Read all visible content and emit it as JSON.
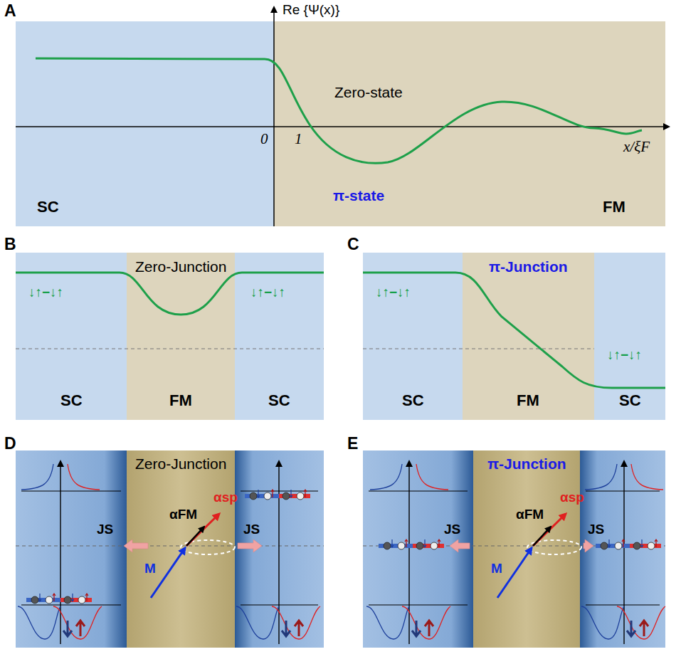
{
  "diagram": {
    "nodes": [
      {
        "text": [
          "SC"
        ]
      },
      {
        "text": [
          "Zero-state",
          "π-state",
          "FM"
        ]
      },
      {
        "text": [
          "↓↑−↓↑",
          "SC"
        ]
      },
      {
        "text": [
          "Zero-Junction",
          "FM"
        ]
      },
      {
        "text": [
          "↓↑−↓↑",
          "SC"
        ]
      },
      {
        "text": [
          "↓↑−↓↑",
          "SC"
        ]
      },
      {
        "text": [
          "π-Junction",
          "FM"
        ]
      },
      {
        "text": [
          "↓↑−↓↑",
          "SC"
        ]
      },
      {
        "text": [
          "Zero-Junction"
        ]
      },
      {
        "text": [
          "π-Junction"
        ]
      }
    ],
    "labels": [
      "A",
      "Re {Ψ(x)}",
      "0",
      "1",
      "x/ξF",
      "B",
      "C",
      "D",
      "αsp",
      "αFM",
      "M",
      "JS",
      "JS",
      "E",
      "αsp",
      "αFM",
      "M",
      "JS",
      "JS"
    ]
  }
}
